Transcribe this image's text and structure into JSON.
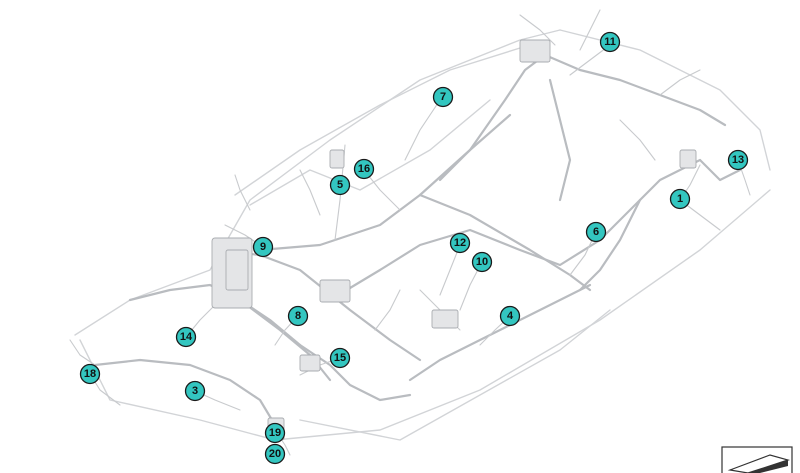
{
  "diagram": {
    "callouts": [
      {
        "label": "1"
      },
      {
        "label": "3"
      },
      {
        "label": "4"
      },
      {
        "label": "5"
      },
      {
        "label": "6"
      },
      {
        "label": "7"
      },
      {
        "label": "8"
      },
      {
        "label": "9"
      },
      {
        "label": "10"
      },
      {
        "label": "11"
      },
      {
        "label": "12"
      },
      {
        "label": "13"
      },
      {
        "label": "14"
      },
      {
        "label": "15"
      },
      {
        "label": "16"
      },
      {
        "label": "18"
      },
      {
        "label": "19"
      },
      {
        "label": "20"
      }
    ],
    "colors": {
      "callout_fill": "#33c6c0",
      "callout_stroke": "#1a1a1a",
      "wire": "#b9bcc0"
    },
    "icons": {
      "corner": "view-direction-icon"
    }
  }
}
